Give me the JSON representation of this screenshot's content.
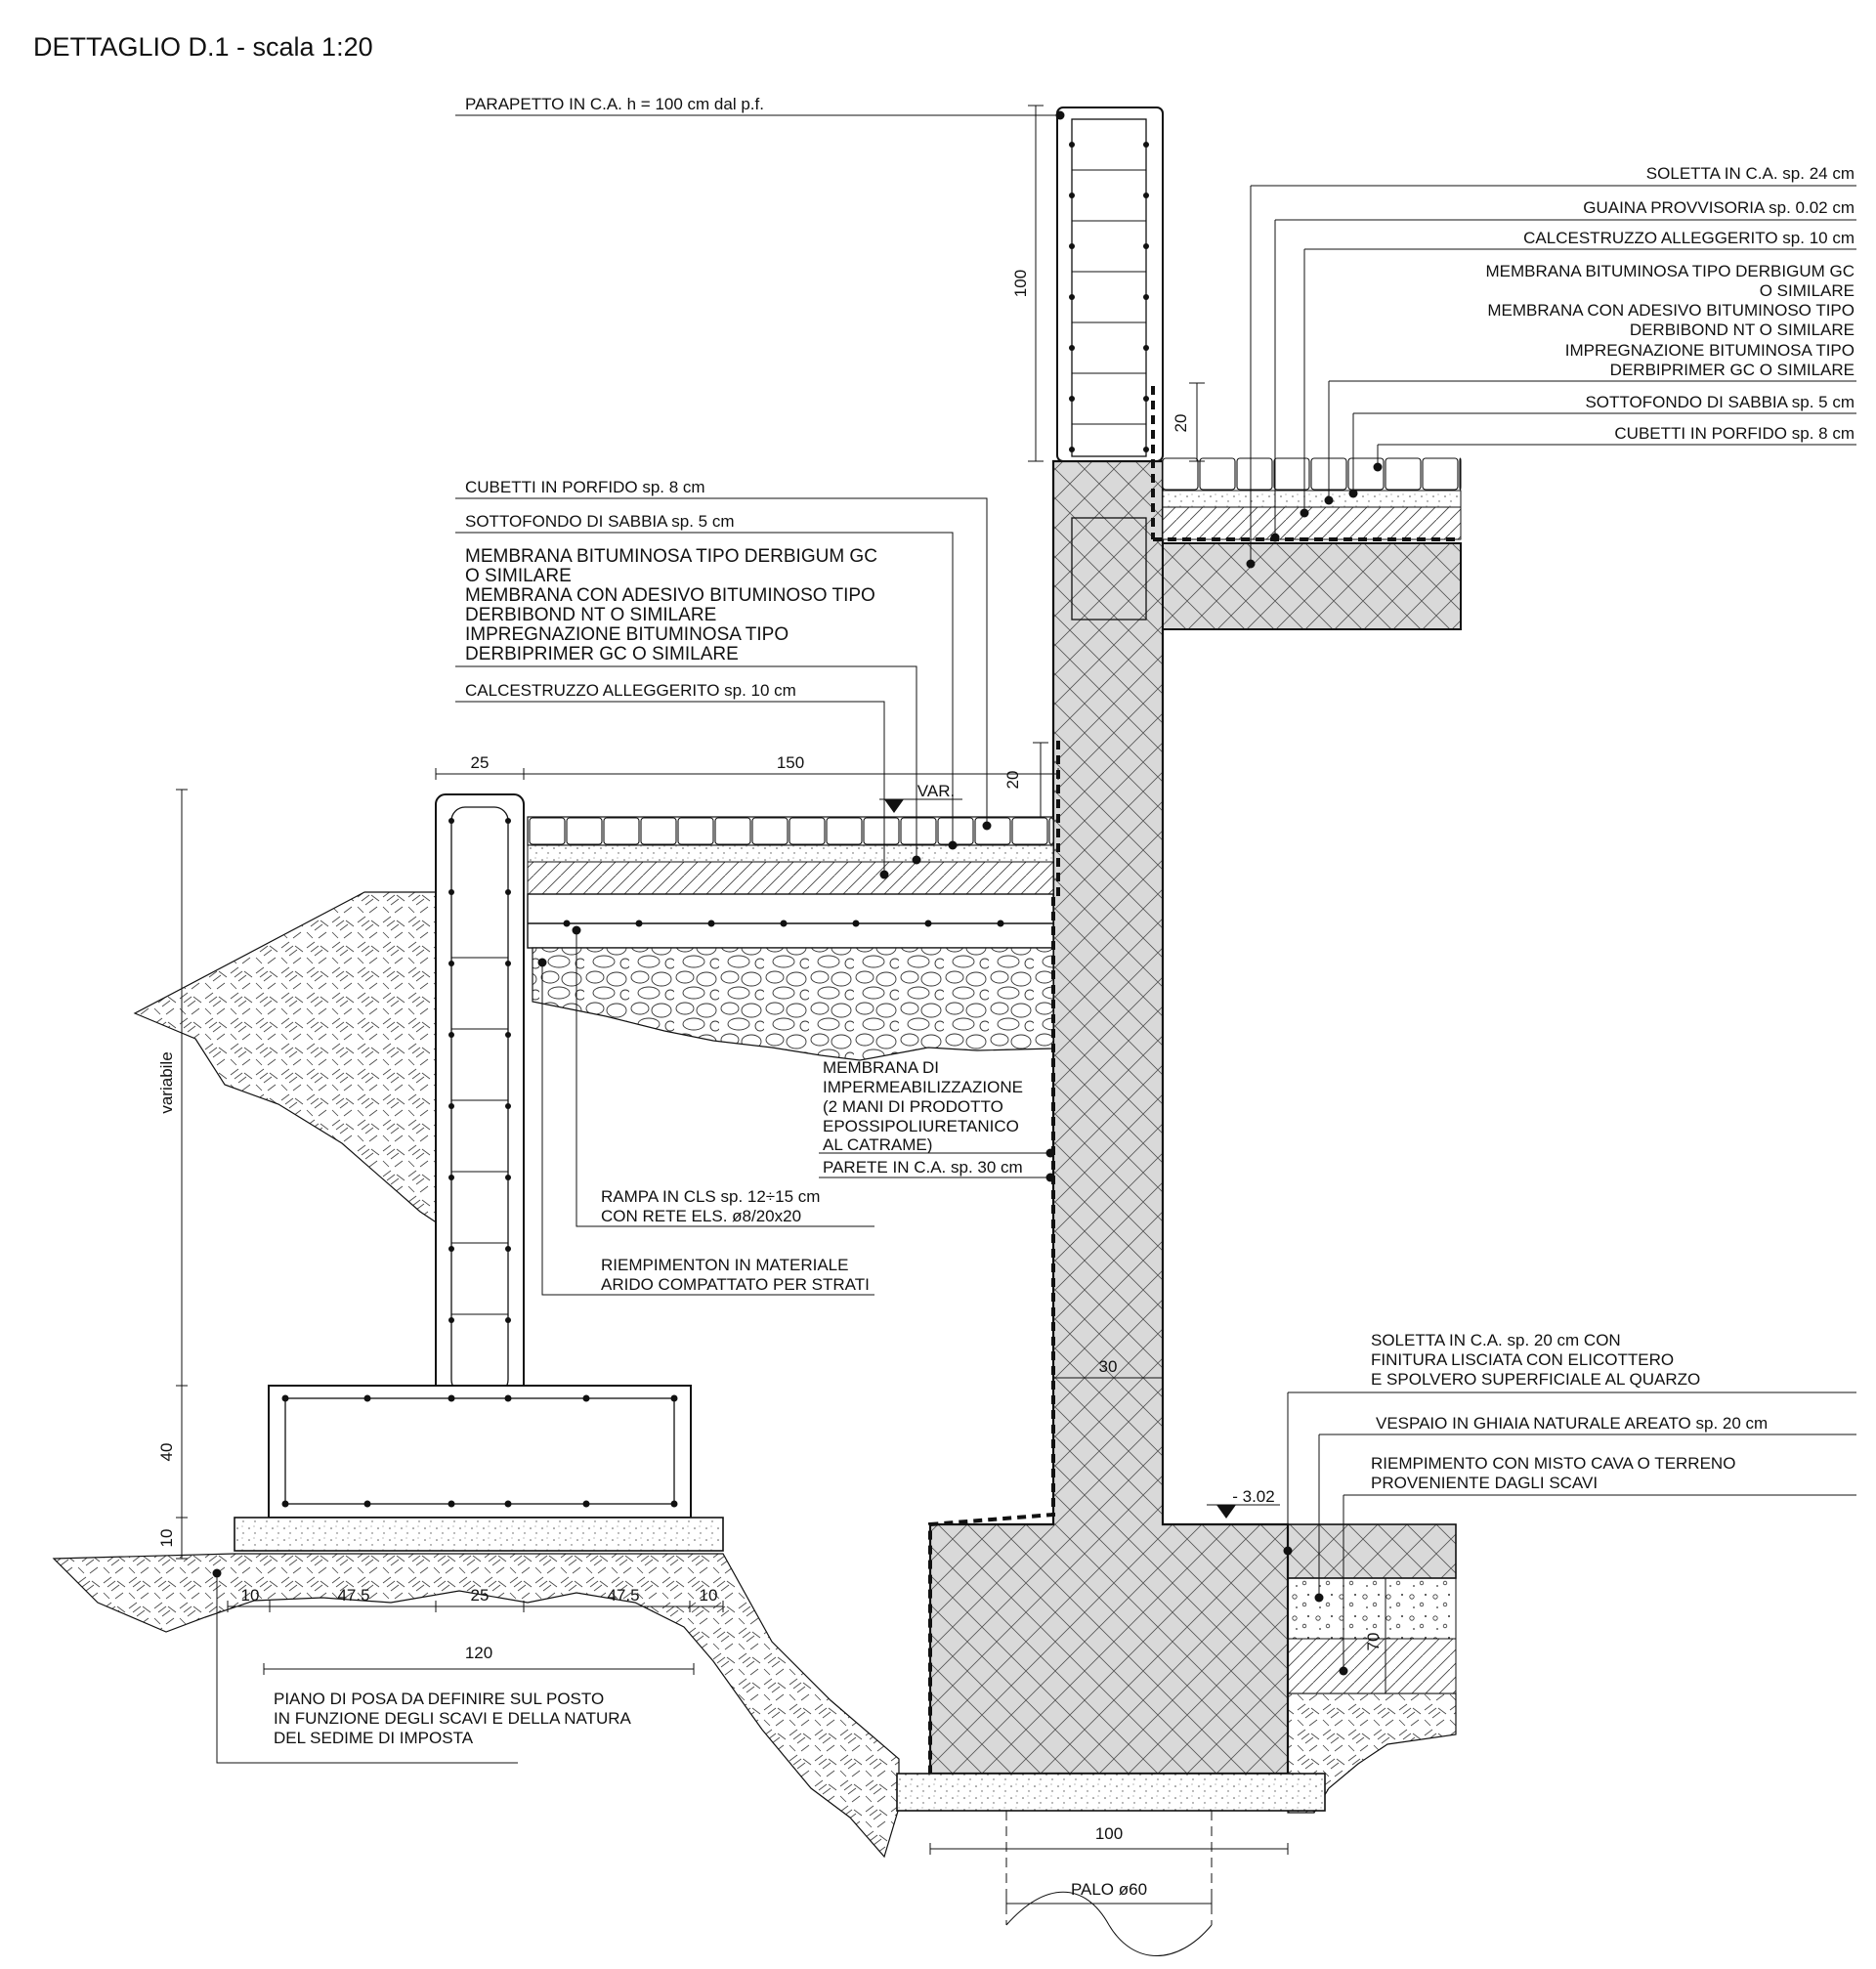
{
  "title": "DETTAGLIO D.1 - scala 1:20",
  "upper_labels": {
    "parapet": "PARAPETTO IN C.A. h = 100 cm dal p.f.",
    "soletta_24": "SOLETTA IN C.A. sp. 24 cm",
    "guaina": "GUAINA PROVVISORIA sp. 0.02 cm",
    "calcestruzzo": "CALCESTRUZZO ALLEGGERITO sp. 10 cm",
    "membrane_1": "MEMBRANA BITUMINOSA TIPO DERBIGUM GC",
    "membrane_2": "O SIMILARE",
    "membrane_3": "MEMBRANA CON ADESIVO BITUMINOSO TIPO",
    "membrane_4": "DERBIBOND NT O SIMILARE",
    "membrane_5": "IMPREGNAZIONE BITUMINOSA TIPO",
    "membrane_6": "DERBIPRIMER GC O SIMILARE",
    "sabbia": "SOTTOFONDO DI SABBIA sp. 5 cm",
    "porfido": "CUBETTI IN PORFIDO sp. 8 cm"
  },
  "left_labels": {
    "porfido": "CUBETTI IN PORFIDO sp. 8 cm",
    "sabbia": "SOTTOFONDO DI SABBIA sp. 5 cm",
    "membrane_1": "MEMBRANA BITUMINOSA TIPO DERBIGUM GC",
    "membrane_2": "O SIMILARE",
    "membrane_3": "MEMBRANA CON ADESIVO BITUMINOSO TIPO",
    "membrane_4": "DERBIBOND NT O SIMILARE",
    "membrane_5": "IMPREGNAZIONE BITUMINOSA TIPO",
    "membrane_6": "DERBIPRIMER GC O SIMILARE",
    "calcestruzzo": "CALCESTRUZZO ALLEGGERITO sp. 10 cm"
  },
  "middle_labels": {
    "imperm_1": "MEMBRANA DI",
    "imperm_2": "IMPERMEABILIZZAZIONE",
    "imperm_3": "(2 MANI DI PRODOTTO",
    "imperm_4": "EPOSSIPOLIURETANICO",
    "imperm_5": "AL CATRAME)",
    "parete": "PARETE IN C.A. sp. 30 cm",
    "rampa_1": "RAMPA IN CLS sp. 12÷15 cm",
    "rampa_2": "CON RETE ELS. ø8/20x20",
    "riemp_1": "RIEMPIMENTON IN MATERIALE",
    "riemp_2": "ARIDO COMPATTATO PER STRATI"
  },
  "lower_labels": {
    "soletta_1": "SOLETTA IN C.A. sp. 20 cm CON",
    "soletta_2": "FINITURA LISCIATA CON ELICOTTERO",
    "soletta_3": "E SPOLVERO SUPERFICIALE AL QUARZO",
    "vespaio": "VESPAIO IN GHIAIA NATURALE AREATO sp. 20 cm",
    "riemp_1": "RIEMPIMENTO CON MISTO CAVA O TERRENO",
    "riemp_2": "PROVENIENTE DAGLI SCAVI",
    "piano_1": "PIANO DI POSA DA DEFINIRE SUL POSTO",
    "piano_2": "IN FUNZIONE DEGLI SCAVI E DELLA NATURA",
    "piano_3": "DEL SEDIME DI IMPOSTA"
  },
  "dimensions": {
    "parapet_height": "100",
    "step_upper": "20",
    "step_ramp": "20",
    "var": "VAR.",
    "wall_width": "25",
    "ramp_length": "150",
    "variable": "variabile",
    "footing_height": "40",
    "lean_height": "10",
    "base_10_left": "10",
    "base_47_left": "47.5",
    "base_25": "25",
    "base_47_right": "47.5",
    "base_10_right": "10",
    "base_total": "120",
    "wall_30": "30",
    "level": "- 3.02",
    "fill_70": "70",
    "found_100": "100",
    "pile": "PALO ø60"
  },
  "colors": {
    "ink": "#111111",
    "concrete": "#d9d9d9",
    "paper": "#ffffff"
  }
}
